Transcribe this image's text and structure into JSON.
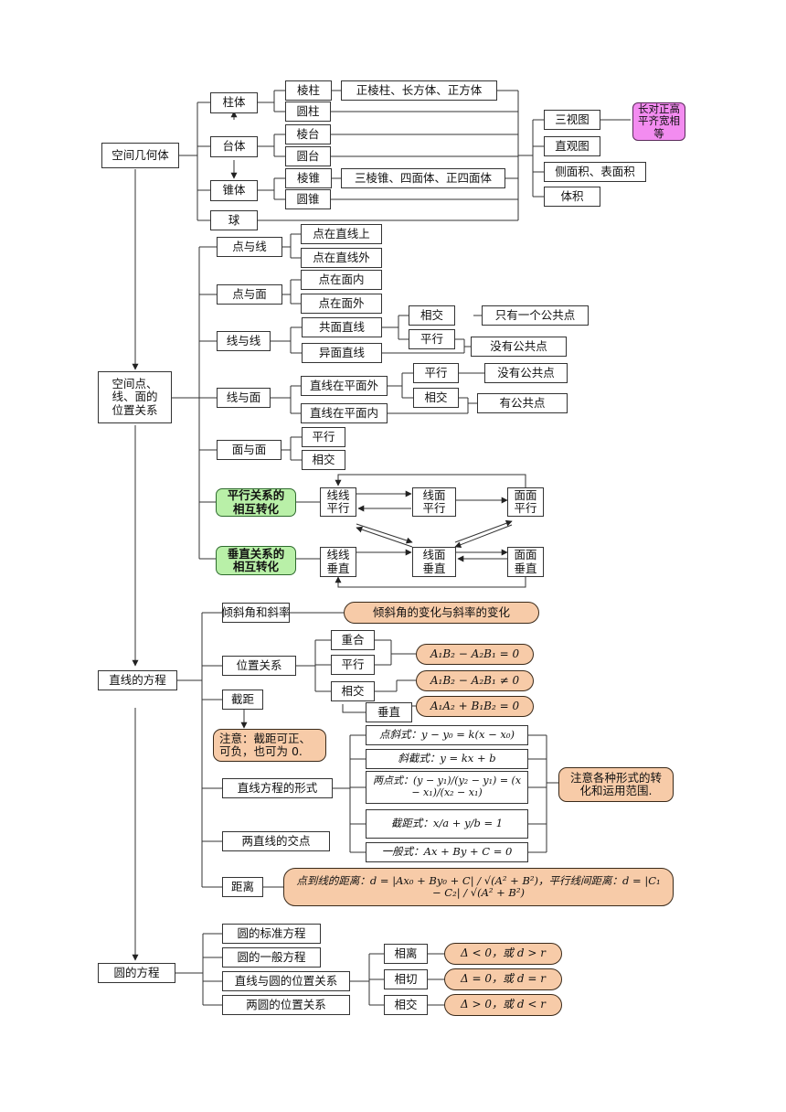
{
  "spatial_geometry": {
    "root": "空间几何体",
    "prism": "柱体",
    "frustum": "台体",
    "pyramid": "锥体",
    "sphere": "球",
    "lengzhu": "棱柱",
    "yuanzhu": "圆柱",
    "lengtai": "棱台",
    "yuantai": "圆台",
    "lengzhui": "棱锥",
    "yuanzhui": "圆锥",
    "prism_types": "正棱柱、长方体、正方体",
    "pyramid_types": "三棱锥、四面体、正四面体",
    "three_views": "三视图",
    "three_views_rule": "长对正高平齐宽相等",
    "intuitive": "直观图",
    "area": "侧面积、表面积",
    "volume": "体积"
  },
  "relations": {
    "root": "空间点、线、面的位置关系",
    "point_line": "点与线",
    "point_on_line": "点在直线上",
    "point_off_line": "点在直线外",
    "point_plane": "点与面",
    "point_in_plane": "点在面内",
    "point_off_plane": "点在面外",
    "line_line": "线与线",
    "coplanar": "共面直线",
    "skew": "异面直线",
    "intersect": "相交",
    "parallel": "平行",
    "one_common": "只有一个公共点",
    "no_common": "没有公共点",
    "line_plane": "线与面",
    "outside_plane": "直线在平面外",
    "inside_plane": "直线在平面内",
    "lp_parallel": "平行",
    "lp_intersect": "相交",
    "lp_no_common": "没有公共点",
    "lp_has_common": "有公共点",
    "plane_plane": "面与面",
    "pp_parallel": "平行",
    "pp_intersect": "相交",
    "par_transform": "平行关系的相互转化",
    "ll_par": "线线平行",
    "lpl_par": "线面平行",
    "pp_par": "面面平行",
    "perp_transform": "垂直关系的相互转化",
    "ll_perp": "线线垂直",
    "lpl_perp": "线面垂直",
    "pp_perp": "面面垂直"
  },
  "line_equation": {
    "root": "直线的方程",
    "incl": "倾斜角和斜率",
    "incl_note": "倾斜角的变化与斜率的变化",
    "position": "位置关系",
    "coincide": "重合",
    "parallel": "平行",
    "intersect": "相交",
    "perpendicular": "垂直",
    "eq_par": "A₁B₂ − A₂B₁ = 0",
    "eq_int": "A₁B₂ − A₂B₁ ≠ 0",
    "eq_perp": "A₁A₂ + B₁B₂ = 0",
    "intercept": "截距",
    "intercept_note": "注意：截距可正、可负，也可为 0.",
    "forms": "直线方程的形式",
    "form_point_slope": "点斜式：y − y₀ = k(x − x₀)",
    "form_slope_int": "斜截式：y = kx + b",
    "form_two_point": "两点式：(y − y₁)/(y₂ − y₁) = (x − x₁)/(x₂ − x₁)",
    "form_intercept": "截距式：x/a + y/b = 1",
    "form_general": "一般式：Ax + By + C = 0",
    "forms_note": "注意各种形式的转化和运用范围.",
    "intersection": "两直线的交点",
    "distance": "距离",
    "distance_note": "点到线的距离：d = |Ax₀ + By₀ + C| / √(A² + B²)，平行线间距离：d = |C₁ − C₂| / √(A² + B²)"
  },
  "circle_equation": {
    "root": "圆的方程",
    "standard": "圆的标准方程",
    "general": "圆的一般方程",
    "line_circle": "直线与圆的位置关系",
    "circle_circle": "两圆的位置关系",
    "separate": "相离",
    "tangent": "相切",
    "intersect": "相交",
    "c_sep": "Δ < 0，或 d > r",
    "c_tan": "Δ = 0，或 d = r",
    "c_int": "Δ > 0，或 d < r"
  }
}
